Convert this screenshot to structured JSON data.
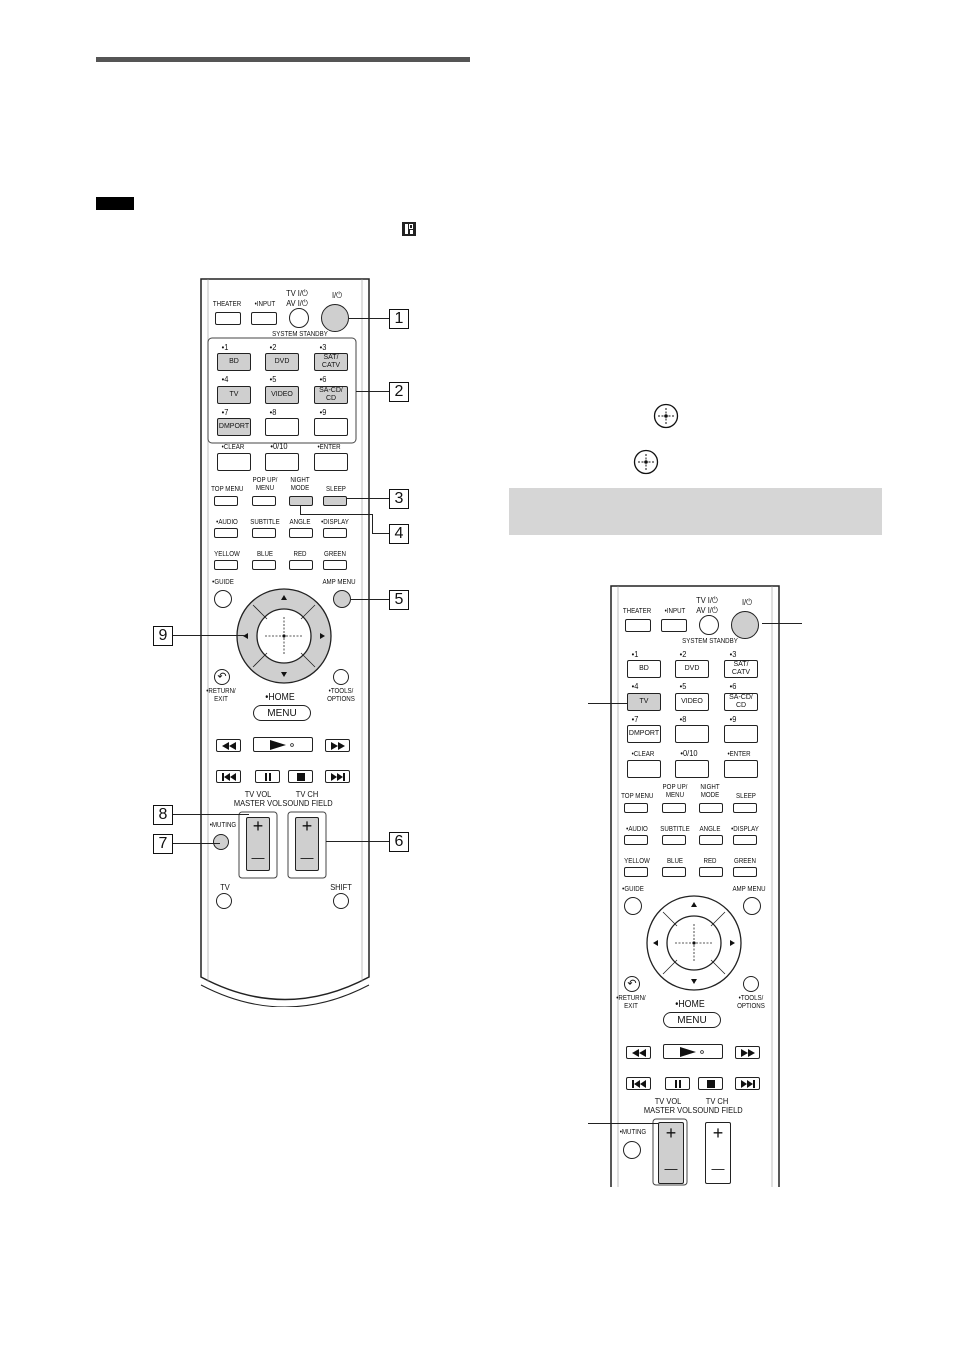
{
  "remote_labels": {
    "theater": "THEATER",
    "input": "•INPUT",
    "tv_power": "TV I/⏻",
    "av_power": "AV I/⏻",
    "sys_power": "I/⏻",
    "system_standby": "SYSTEM  STANDBY",
    "digits": [
      "•1",
      "•2",
      "•3",
      "•4",
      "•5",
      "•6",
      "•7",
      "•8",
      "•9",
      "•0/10"
    ],
    "bd": "BD",
    "dvd": "DVD",
    "sat_catv": "SAT/ CATV",
    "tv": "TV",
    "video": "VIDEO",
    "sacd_cd": "SA-CD/ CD",
    "dmport": "DMPORT",
    "clear": "•CLEAR",
    "enter": "•ENTER",
    "top_menu": "TOP MENU",
    "popup_menu": "POP UP/ MENU",
    "night_mode": "NIGHT MODE",
    "sleep": "SLEEP",
    "audio": "•AUDIO",
    "subtitle": "SUBTITLE",
    "angle": "ANGLE",
    "display": "•DISPLAY",
    "yellow": "YELLOW",
    "blue": "BLUE",
    "red": "RED",
    "green": "GREEN",
    "guide": "•GUIDE",
    "amp_menu": "AMP MENU",
    "return_exit": "•RETURN/ EXIT",
    "tools_options": "•TOOLS/ OPTIONS",
    "home": "•HOME",
    "menu": "MENU",
    "tv_vol": "TV VOL",
    "master_vol": "MASTER VOL",
    "tv_ch": "TV CH",
    "sound_field": "SOUND FIELD",
    "muting": "•MUTING",
    "tv_bottom": "TV",
    "shift": "SHIFT",
    "plus": "+",
    "minus": "—"
  },
  "callouts": [
    "1",
    "2",
    "3",
    "4",
    "5",
    "6",
    "7",
    "8",
    "9"
  ],
  "colors": {
    "highlight_gray": "#cfcfcf",
    "band_gray": "#d6d6d6",
    "rule": "#555555"
  }
}
